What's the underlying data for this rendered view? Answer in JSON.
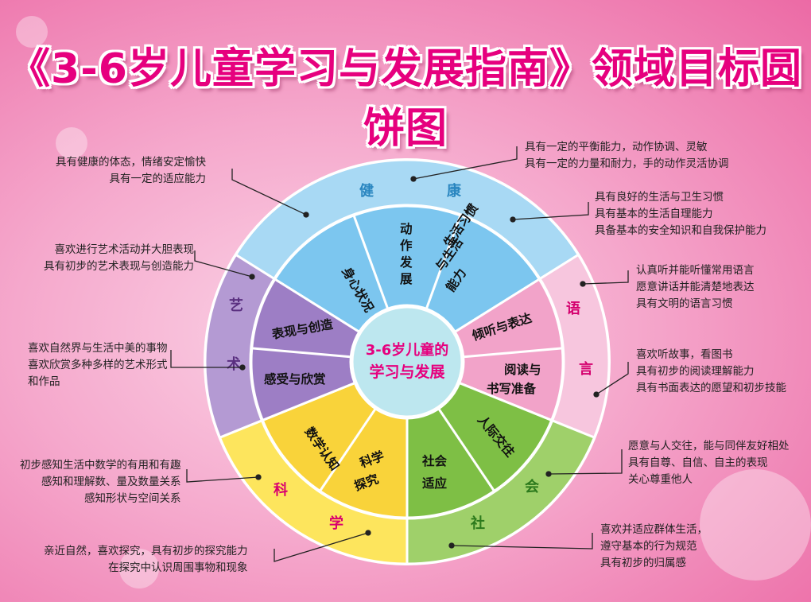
{
  "title": "《3-6岁儿童学习与发展指南》领域目标圆饼图",
  "center": {
    "line1": "3-6岁儿童的",
    "line2": "学习与发展"
  },
  "domains": {
    "health": {
      "chars": [
        "健",
        "康"
      ],
      "color": "#2aa6d6"
    },
    "language": {
      "chars": [
        "语",
        "言"
      ],
      "color": "#e6007e"
    },
    "society": {
      "chars": [
        "社",
        "会"
      ],
      "color": "#3a8f2a"
    },
    "science": {
      "chars": [
        "科",
        "学"
      ],
      "color": "#e0007a"
    },
    "art": {
      "chars": [
        "艺",
        "术"
      ],
      "color": "#6b3d92"
    }
  },
  "subdomains": {
    "shenxin": "身心状况",
    "dongzuo": "动作发展",
    "shenghuo": "生活习惯与生活能力",
    "qingting": "倾听与表达",
    "yuedu": [
      "阅读与",
      "书写准备"
    ],
    "renji": "人际交往",
    "shehui": [
      "社会",
      "适应"
    ],
    "kexue": [
      "科学",
      "探究"
    ],
    "shuxue": "数学认知",
    "ganshou": "感受与欣赏",
    "biaoxian": "表现与创造"
  },
  "notes": {
    "health_left": [
      "具有健康的体态，情绪安定愉快",
      "具有一定的适应能力"
    ],
    "health_top": [
      "具有一定的平衡能力，动作协调、灵敏",
      "具有一定的力量和耐力，手的动作灵活协调"
    ],
    "health_right": [
      "具有良好的生活与卫生习惯",
      "具有基本的生活自理能力",
      "具备基本的安全知识和自我保护能力"
    ],
    "lang_top": [
      "认真听并能听懂常用语言",
      "愿意讲话并能清楚地表达",
      "具有文明的语言习惯"
    ],
    "lang_bottom": [
      "喜欢听故事，看图书",
      "具有初步的阅读理解能力",
      "具有书面表达的愿望和初步技能"
    ],
    "social_top": [
      "愿意与人交往，能与同伴友好相处",
      "具有自尊、自信、自主的表现",
      "关心尊重他人"
    ],
    "social_bottom": [
      "喜欢并适应群体生活，",
      "遵守基本的行为规范",
      "具有初步的归属感"
    ],
    "art_top": [
      "喜欢进行艺术活动并大胆表现",
      "具有初步的艺术表现与创造能力"
    ],
    "art_bottom": [
      "喜欢自然界与生活中美的事物",
      "喜欢欣赏多种多样的艺术形式",
      "和作品"
    ],
    "math": [
      "初步感知生活中数学的有用和有趣",
      "感知和理解数、量及数量关系",
      "感知形状与空间关系"
    ],
    "sci": [
      "亲近自然，喜欢探究，具有初步的探究能力",
      "在探究中认识周围事物和现象"
    ]
  }
}
